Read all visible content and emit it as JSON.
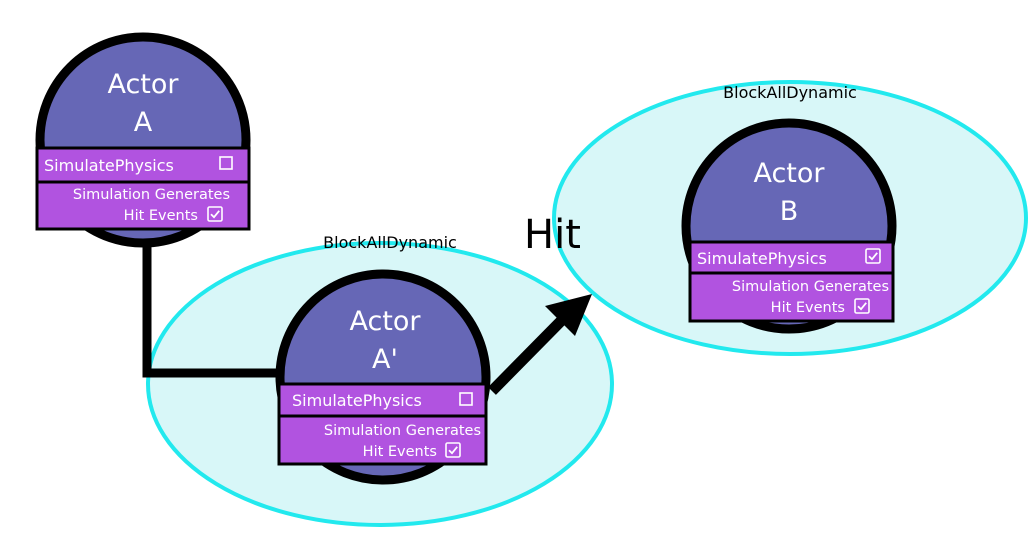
{
  "colors": {
    "zone_fill": "#d8f7f8",
    "zone_stroke": "#22e9ee",
    "actor_fill": "#6667b6",
    "actor_stroke": "#000000",
    "prop_fill": "#b153e0",
    "line": "#000000"
  },
  "hit_label": "Hit",
  "actors": {
    "a": {
      "title_line1": "Actor",
      "title_line2": "A",
      "simulate_label": "SimulatePhysics",
      "simulate_checked": false,
      "gen_line1": "Simulation Generates",
      "gen_line2": "Hit Events",
      "gen_checked": true
    },
    "a_prime": {
      "title_line1": "Actor",
      "title_line2": "A'",
      "zone_label": "BlockAllDynamic",
      "simulate_label": "SimulatePhysics",
      "simulate_checked": false,
      "gen_line1": "Simulation Generates",
      "gen_line2": "Hit Events",
      "gen_checked": true
    },
    "b": {
      "title_line1": "Actor",
      "title_line2": "B",
      "zone_label": "BlockAllDynamic",
      "simulate_label": "SimulatePhysics",
      "simulate_checked": true,
      "gen_line1": "Simulation Generates",
      "gen_line2": "Hit Events",
      "gen_checked": true
    }
  }
}
